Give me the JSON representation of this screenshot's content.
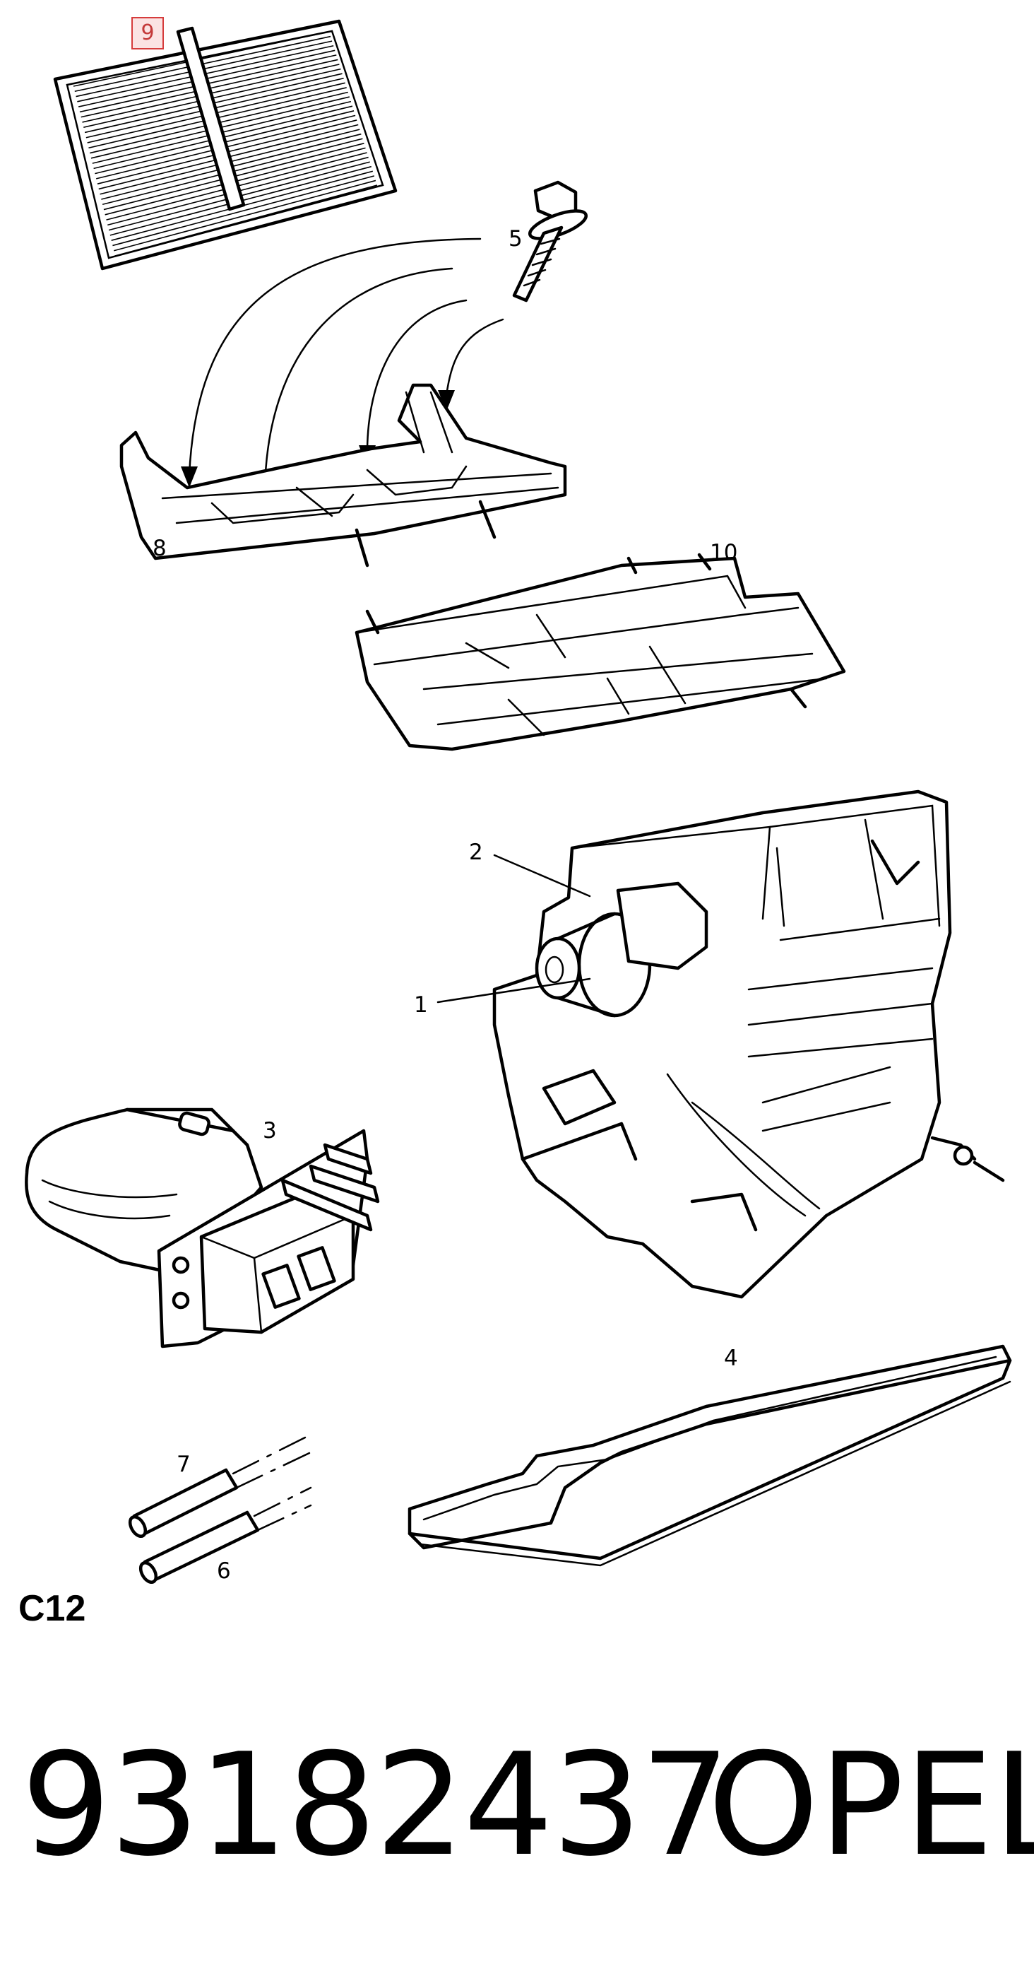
{
  "highlighted_callout": "9",
  "callouts": {
    "c1": "1",
    "c2": "2",
    "c3": "3",
    "c4": "4",
    "c5": "5",
    "c6": "6",
    "c7": "7",
    "c8": "8",
    "c10": "10"
  },
  "section_code": "C12",
  "part_number": "93182437",
  "brand": "OPEL",
  "colors": {
    "highlight_fill": "#fbe3e3",
    "highlight_border": "#d63c3c",
    "line": "#000000"
  }
}
